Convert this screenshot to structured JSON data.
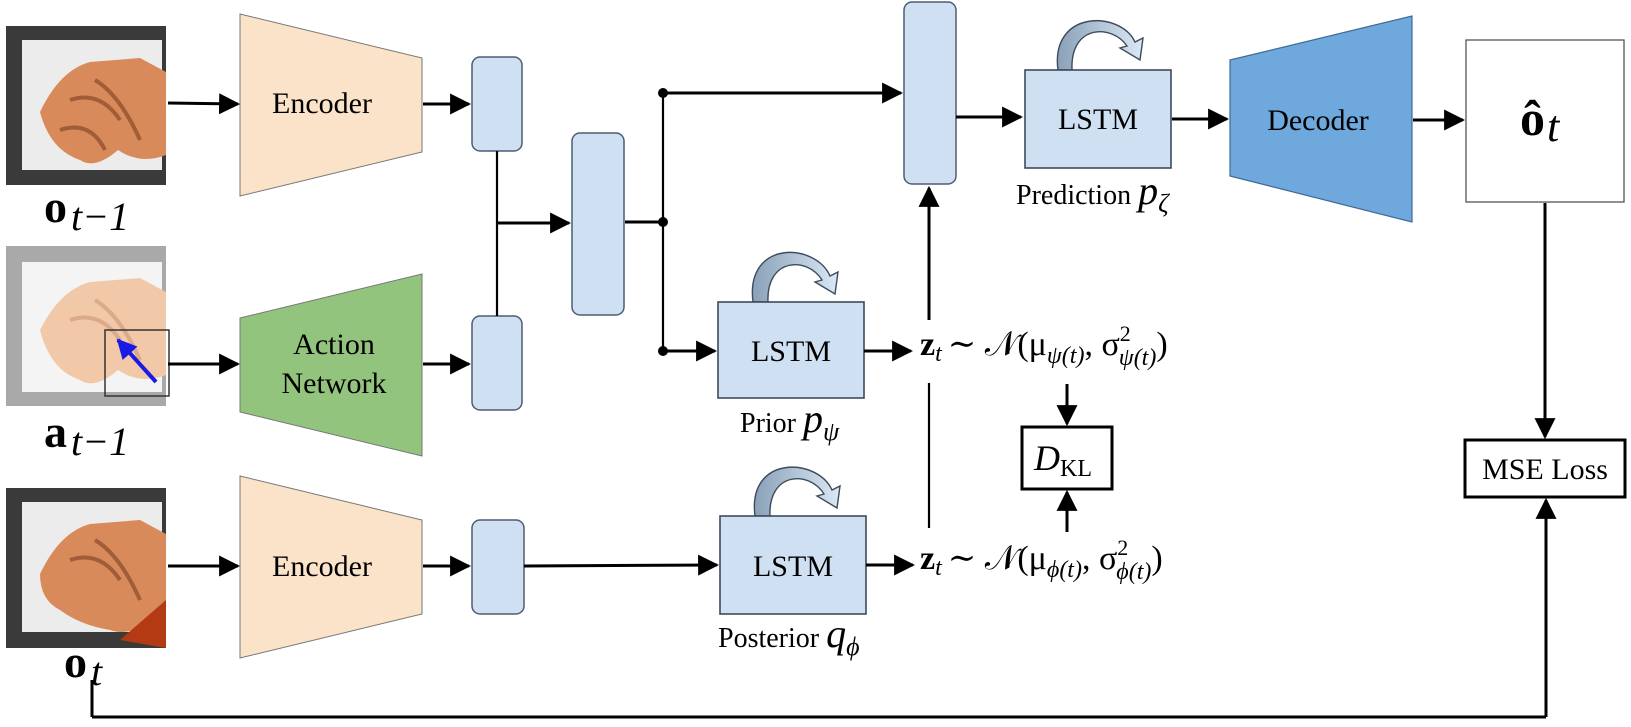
{
  "diagram": {
    "observations": {
      "prev": "o",
      "prev_sub": "t−1",
      "action": "a",
      "action_sub": "t−1",
      "curr": "o",
      "curr_sub": "t"
    },
    "modules": {
      "encoder_top": "Encoder",
      "action_net_line1": "Action",
      "action_net_line2": "Network",
      "encoder_bottom": "Encoder",
      "decoder": "Decoder",
      "lstm_prediction": "LSTM",
      "lstm_prior": "LSTM",
      "lstm_posterior": "LSTM",
      "mse_loss": "MSE Loss"
    },
    "captions": {
      "prediction_text": "Prediction ",
      "prediction_sym": "p",
      "prediction_sub": "ζ",
      "prior_text": "Prior ",
      "prior_sym": "p",
      "prior_sub": "ψ",
      "posterior_text": "Posterior ",
      "posterior_sym": "q",
      "posterior_sub": "ϕ"
    },
    "formulas": {
      "prior_z": "z",
      "prior_z_sub": "t",
      "prior_rest": "∼ 𝒩(μ",
      "prior_mu_sub": "ψ(t)",
      "prior_sigma": ", σ",
      "prior_sigma_sup": "2",
      "prior_sigma_sub": "ψ(t)",
      "prior_close": ")",
      "post_z": "z",
      "post_z_sub": "t",
      "post_rest": "∼ 𝒩(μ",
      "post_mu_sub": "ϕ(t)",
      "post_sigma": ", σ",
      "post_sigma_sup": "2",
      "post_sigma_sub": "ϕ(t)",
      "post_close": ")",
      "kl_d": "D",
      "kl_sub": "KL",
      "output_o": "ô",
      "output_sub": "t"
    },
    "colors": {
      "encoder_fill": "#fbe3c9",
      "action_fill": "#93c47d",
      "decoder_fill": "#6fa8dc",
      "latent_fill": "#cfe0f3",
      "arrow_color": "#000000",
      "action_arrow": "#1a1ae6",
      "cloth_color": "#d98a5a",
      "cloth_shadow": "#b33a12"
    }
  }
}
